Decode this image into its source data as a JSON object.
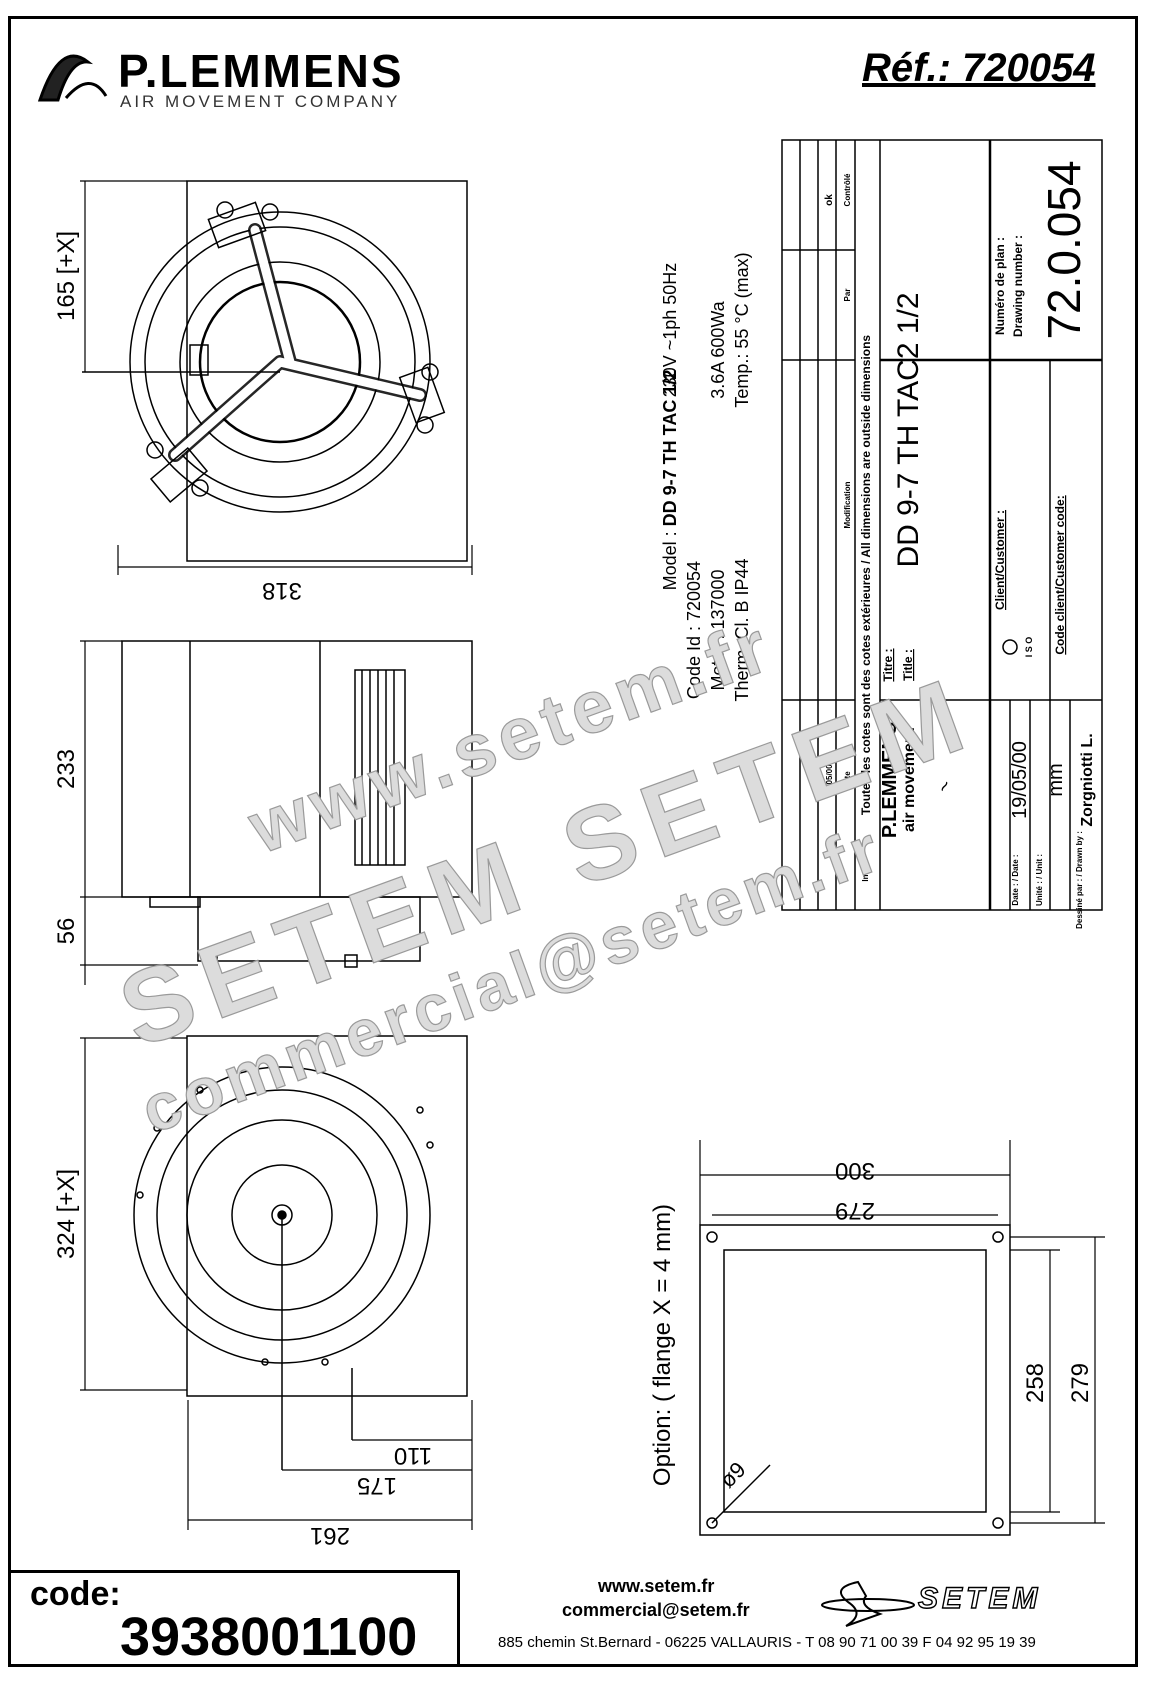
{
  "header": {
    "brand": "P.LEMMENS",
    "tagline": "AIR MOVEMENT COMPANY",
    "reference": "Réf.: 720054"
  },
  "specs": {
    "model_prefix": "Model : ",
    "model": "DD 9-7 TH TAC 1/2",
    "code_id": "Code Id : 720054",
    "motor": "Motor : 137000",
    "therm": "Therm. Cl. B    IP44",
    "voltage": "230V  ~1ph   50Hz",
    "current": "3.6A    600Wa",
    "temp": "Temp.: 55 °C (max)"
  },
  "title_block": {
    "note": "Toutes les cotes sont des cotes extérieures / All dimensions are outside dimensions",
    "titre_label": "Titre :",
    "title_label": "Title :",
    "title": "DD 9-7 TH TAC2 1/2",
    "client_label": "Client/Customer :",
    "code_client_label": "Code client/Customer code:",
    "drawing_no_label_fr": "Numéro de plan :",
    "drawing_no_label_en": "Drawing number :",
    "drawing_no": "72.0.054",
    "company_line1": "P.LEMMENS",
    "company_line2": "air movement",
    "date_label": "Date : / Date :",
    "date": "19/05/00",
    "unit_label": "Unité : / Unit :",
    "unit": "mm",
    "drawn_label": "Dessiné par : / Drawn by :",
    "drawn_by": "Zorgniotti L.",
    "rev_date": "19/05/00",
    "rev_col1": "Indice",
    "rev_col2": "Date",
    "rev_col3": "Modification",
    "rev_col4": "Par",
    "rev_col5": "Contrôlé",
    "ok": "ok",
    "iso": "I S O"
  },
  "dimensions": {
    "top_height": "165 [+X]",
    "top_width": "318",
    "side_height": "233",
    "side_base": "56",
    "bottom_height": "324 [+X]",
    "bottom_110": "110",
    "bottom_175": "175",
    "bottom_261": "261",
    "flange_300": "300",
    "flange_279_top": "279",
    "flange_258": "258",
    "flange_279_side": "279",
    "flange_hole": "ø9",
    "option": "Option:  ( flange X = 4 mm)"
  },
  "watermark": {
    "line1": "www.setem.fr",
    "line2": "SETEM  SETEM",
    "line3": "commercial@setem.fr"
  },
  "footer": {
    "code_label": "code:",
    "code_value": "3938001100",
    "website": "www.setem.fr",
    "email": "commercial@setem.fr",
    "address": "885 chemin St.Bernard  -  06225 VALLAURIS  -  T 08 90 71 00 39   F 04 92 95 19 39",
    "setem_logo": "SETEM"
  }
}
